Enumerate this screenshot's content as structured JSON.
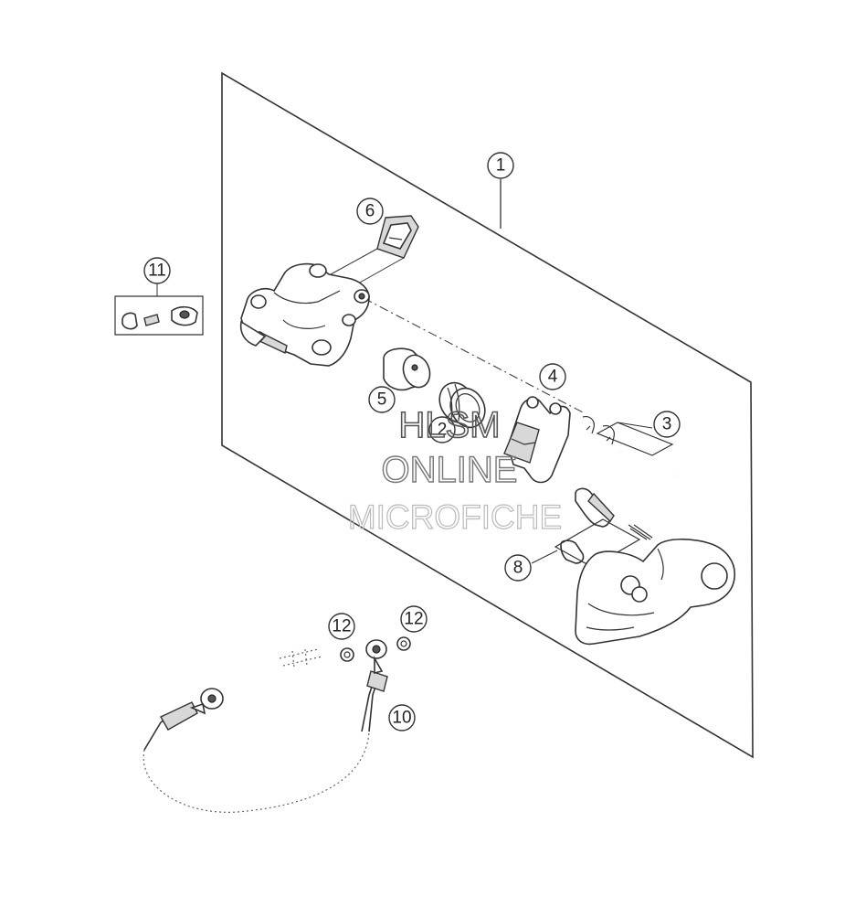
{
  "callouts": {
    "c1": "1",
    "c2": "2",
    "c3": "3",
    "c4": "4",
    "c5": "5",
    "c6": "6",
    "c8": "8",
    "c10": "10",
    "c11": "11",
    "c12a": "12",
    "c12b": "12"
  },
  "watermark": {
    "line1": "HLSM",
    "line2": "ONLINE",
    "line3": "MICROFICHE"
  }
}
